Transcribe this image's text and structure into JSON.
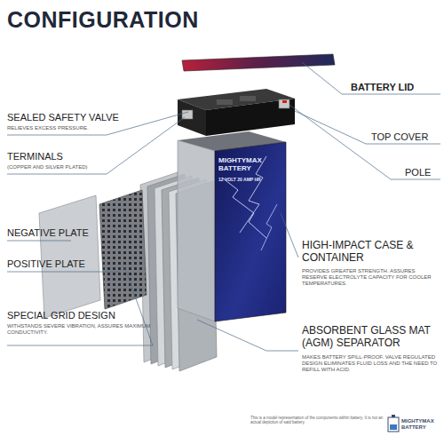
{
  "diagram": {
    "title": "CONFIGURATION",
    "labels": [
      "BATTERY LID",
      "SEALED SAFETY VALVE",
      "RELIEVES EXCESS PRESSURE.",
      "TOP COVER",
      "TERMINALS",
      "(COPPER AND SILVER PLATED)",
      "POLE",
      "NEGATIVE PLATE",
      "POSITIVE PLATE",
      "HIGH-IMPACT CASE & CONTAINER",
      "PROVIDES GREATER STRENGTH. ASSURES RESERVE ELECTROLYTE CAPACITY FOR COOLER TEMPERATURES.",
      "SPECIAL GRID DESIGN",
      "WITHSTANDS SEVERE VIBRATION, ASSURES MAXIMUM CONDUCTIVITY.",
      "ABSORBENT GLASS MAT (AGM) SEPARATOR",
      "MAKES BATTERY SPILL-PROOF. VALVE REGULATED DESIGN ELIMINATES FLUID LOSS AND THE NEED TO REFILL WITH ACID.",
      "This is a model representation of the components within battery. It is not an actual depiction of said battery.",
      "MIGHTYMAX BATTERY",
      "MIGHTYMAX BATTERY",
      "12 VOLT 20 AMP HR"
    ]
  }
}
